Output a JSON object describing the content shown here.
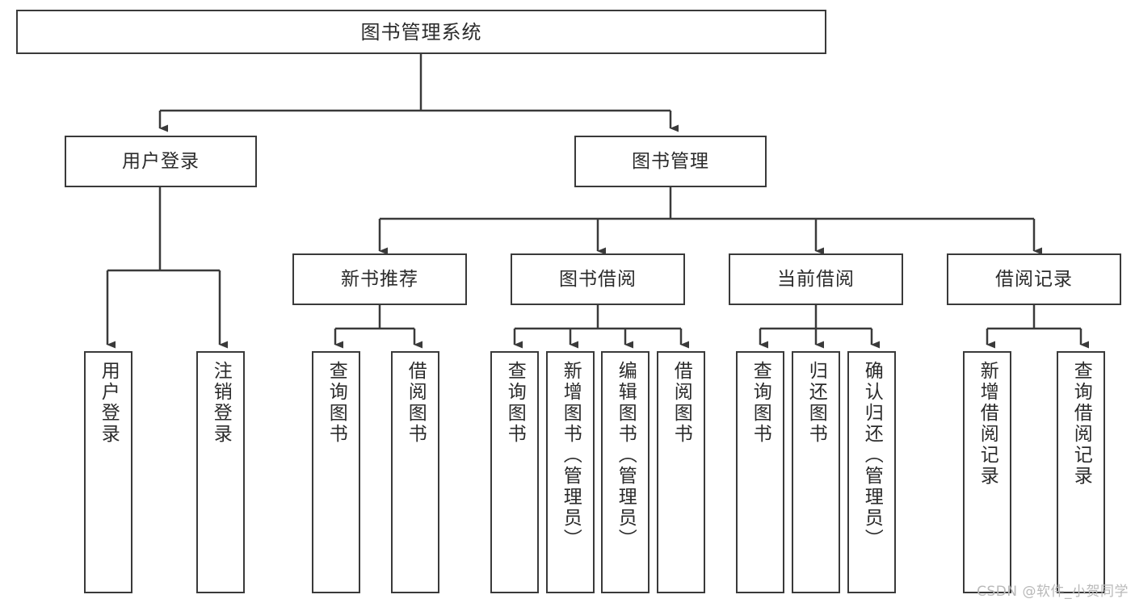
{
  "diagram": {
    "type": "tree-hierarchy",
    "title": "图书管理系统",
    "watermark": "CSDN @软件_小贺同学",
    "colors": {
      "stroke": "#3a3a3a",
      "fill": "#ffffff",
      "text": "#2b2b2b",
      "watermark": "#b9b9b9"
    },
    "levels": {
      "root": {
        "label": "图书管理系统"
      },
      "level2": [
        {
          "label": "用户登录"
        },
        {
          "label": "图书管理"
        }
      ],
      "level3": [
        {
          "label": "新书推荐"
        },
        {
          "label": "图书借阅"
        },
        {
          "label": "当前借阅"
        },
        {
          "label": "借阅记录"
        }
      ],
      "leaves": {
        "user_login": [
          {
            "label": "用户登录"
          },
          {
            "label": "注销登录"
          }
        ],
        "new_book_recommend": [
          {
            "label": "查询图书"
          },
          {
            "label": "借阅图书"
          }
        ],
        "book_borrow": [
          {
            "label": "查询图书"
          },
          {
            "label": "新增图书（管理员）"
          },
          {
            "label": "编辑图书（管理员）"
          },
          {
            "label": "借阅图书"
          }
        ],
        "current_borrow": [
          {
            "label": "查询图书"
          },
          {
            "label": "归还图书"
          },
          {
            "label": "确认归还（管理员）"
          }
        ],
        "borrow_record": [
          {
            "label": "新增借阅记录"
          },
          {
            "label": "查询借阅记录"
          }
        ]
      }
    }
  }
}
